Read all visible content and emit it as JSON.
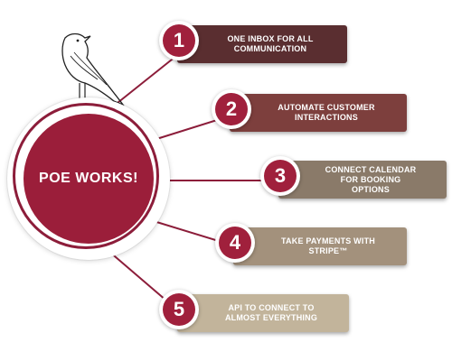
{
  "diagram": {
    "center_label": "POE WORKS!",
    "accent_color": "#9b1e3a",
    "icon": "raven-icon",
    "steps": [
      {
        "number": "1",
        "label": "ONE INBOX  FOR ALL\nCOMMUNICATION",
        "color": "#5a2e30"
      },
      {
        "number": "2",
        "label": "AUTOMATE CUSTOMER\nINTERACTIONS",
        "color": "#7d3f3d"
      },
      {
        "number": "3",
        "label": "CONNECT CALENDAR\nFOR BOOKING\nOPTIONS",
        "color": "#8a7a69"
      },
      {
        "number": "4",
        "label": "TAKE PAYMENTS WITH\nSTRIPE™",
        "color": "#a3917c"
      },
      {
        "number": "5",
        "label": "API TO CONNECT TO\nALMOST EVERYTHING",
        "color": "#c2b49b"
      }
    ]
  }
}
